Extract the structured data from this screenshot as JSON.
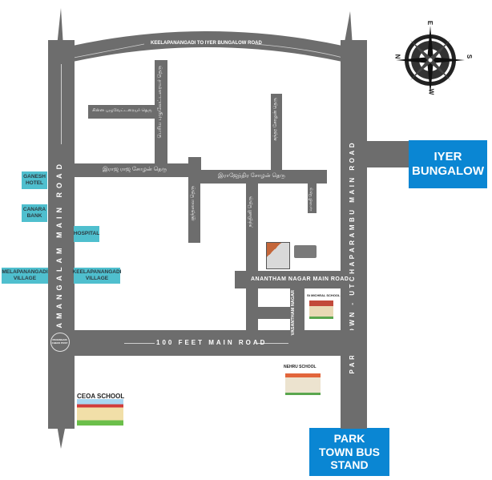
{
  "map": {
    "roads": {
      "top_curved": "KEELAPANANGADI TO IYER BUNGALOW ROAD",
      "left_main": "KULAMANGALAM MAIN ROAD",
      "right_main": "PARK TOWN - UTCHAPARAMBU MAIN ROAD",
      "bottom_main": "100 FEET MAIN ROAD",
      "anantham": "ANANTHAM NAGAR MAIN ROAD",
      "vasantham": "VASANTHAM NAGAR",
      "raja_raja": "இராஜ ராஜ சோழன் தெரு",
      "rajendra": "இராஜேந்திர சோழன் தெரு",
      "chinna_puliyur": "சின்ன புழுவேட்டரையர் தெரு",
      "periya_puliyur": "பெரிய புழுவேட்டரையர் தெரு",
      "sundara": "சுந்தர சோழன் தெரு",
      "kundavai": "குந்தவை தெரு",
      "nandini": "நந்தினி தெரு",
      "vanathi": "வானதி தெரு",
      "check_post": "PANANGADI CHECK POST"
    },
    "landmarks": {
      "ganesh_hotel": "GANESH HOTEL",
      "canara_bank": "CANARA BANK",
      "hospital": "HOSPITAL",
      "melapanangadi": "MELAPANANGADI VILLAGE",
      "keelapanangadi": "KEELAPANANGADI VILLAGE",
      "iyer_bungalow": "IYER BUNGALOW",
      "park_town": "PARK TOWN BUS STAND",
      "st_micheal": "St MICHEAL SCHOOL",
      "nehru": "NEHRU SCHOOL",
      "ceoa": "CEOA SCHOOL"
    },
    "compass": {
      "n": "N",
      "e": "E",
      "s": "S",
      "w": "W"
    },
    "colors": {
      "road": "#6d6d6d",
      "landmark_cyan": "#4fbfce",
      "destination_blue": "#0a86d3"
    }
  }
}
